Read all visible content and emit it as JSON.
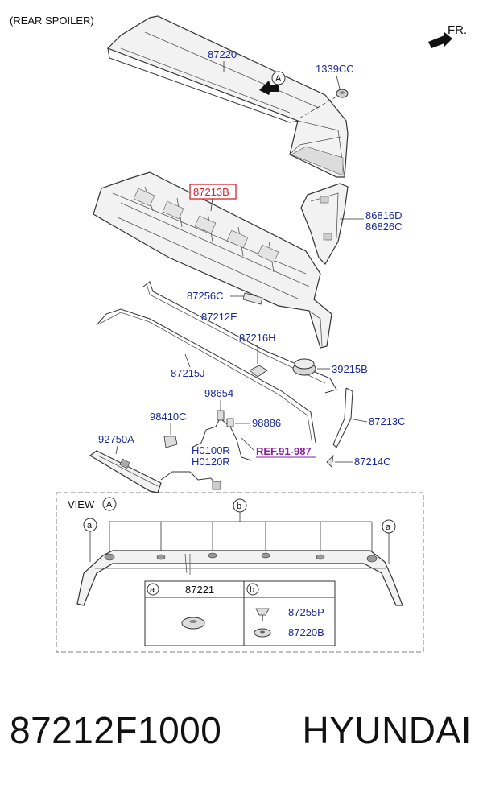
{
  "header": {
    "section_title": "(REAR SPOILER)",
    "direction_label": "FR."
  },
  "callouts": {
    "spoiler": "87220",
    "view_a_letter": "A",
    "clip_1339": "1339CC",
    "highlighted_part": "87213B",
    "bracket_1": "86816D",
    "bracket_2": "86826C",
    "pad": "87256C",
    "seal_upper": "87212E",
    "grommet": "87216H",
    "seal_lower": "87215J",
    "cap": "39215B",
    "hose_joint": "98654",
    "nozzle": "98410C",
    "check_valve": "98886",
    "lamp": "92750A",
    "hose_1": "H0100R",
    "hose_2": "H0120R",
    "ref": "REF.91-987",
    "trim_strip": "87213C",
    "end_clip": "87214C"
  },
  "view": {
    "label": "VIEW",
    "letter": "A",
    "marker_a": "a",
    "marker_b": "b"
  },
  "legend": {
    "col_a_letter": "a",
    "col_a_part": "87221",
    "col_b_letter": "b",
    "col_b_part_1": "87255P",
    "col_b_part_2": "87220B"
  },
  "footer": {
    "part_number": "87212F1000",
    "brand": "HYUNDAI"
  },
  "colors": {
    "label_blue": "#1a2a9c",
    "highlight_red": "#d8232a",
    "ref_purple": "#8a1ea3"
  }
}
